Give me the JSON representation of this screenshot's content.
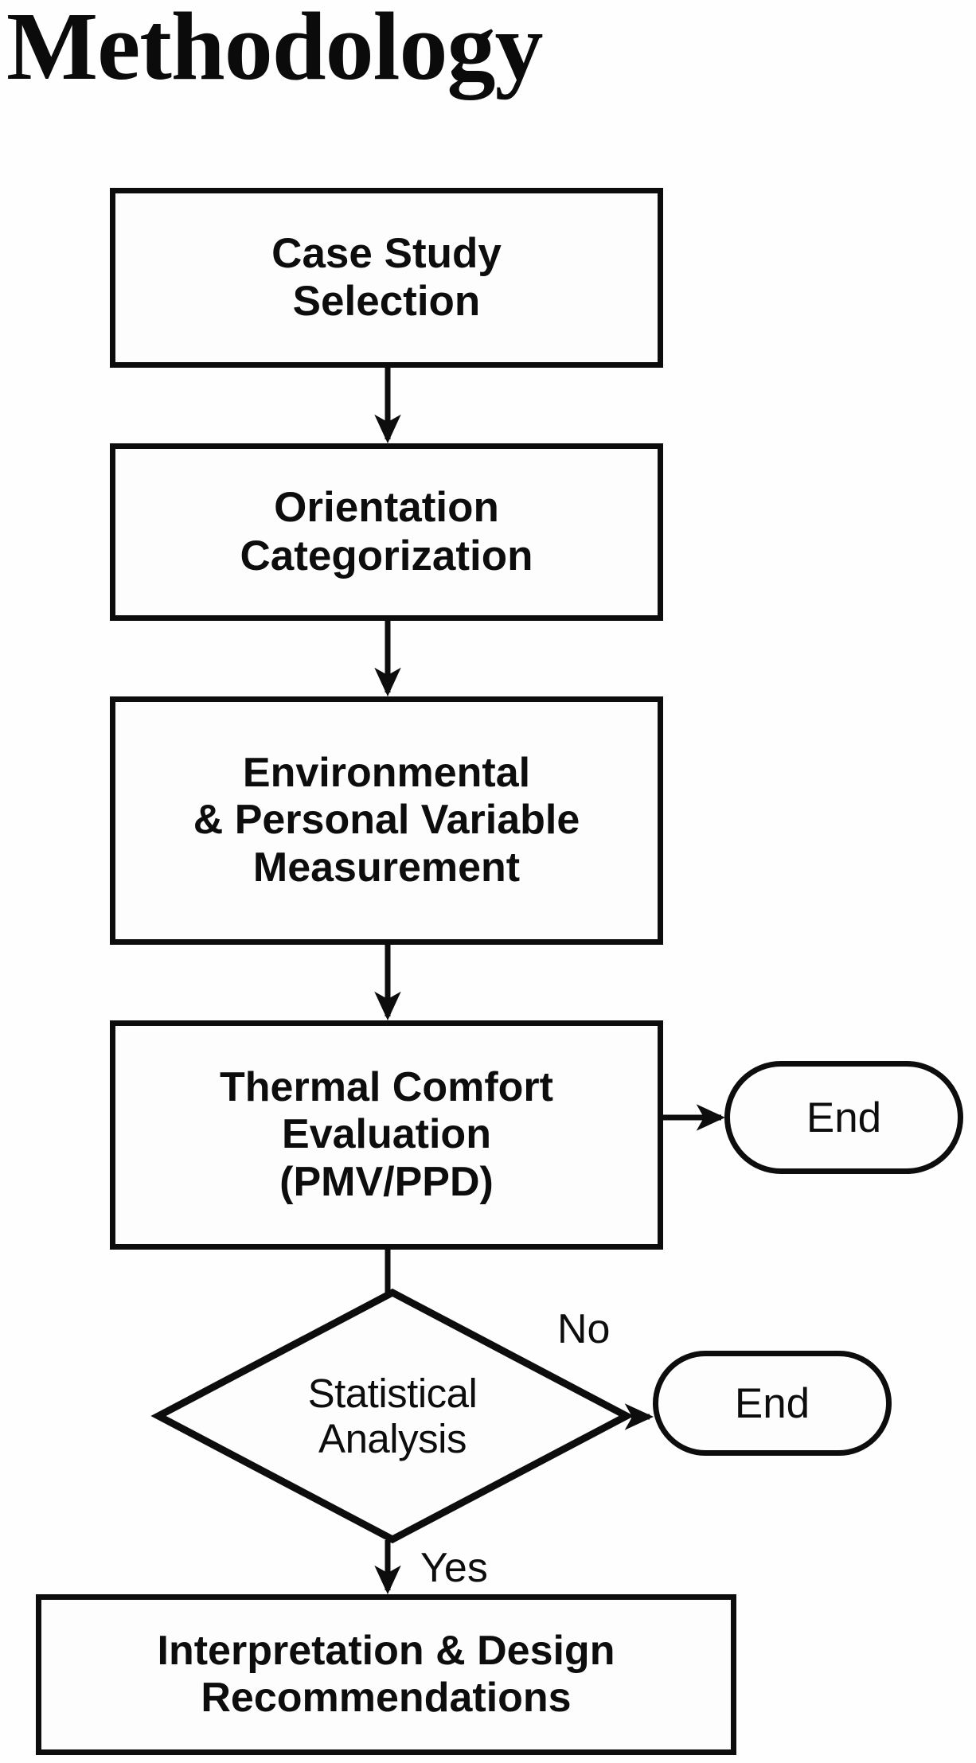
{
  "title": "Methodology",
  "diagram": {
    "type": "flowchart",
    "orientation": "top-to-bottom",
    "nodes": [
      {
        "id": "case-study",
        "shape": "process",
        "lines": [
          "Case Study",
          "Selection"
        ]
      },
      {
        "id": "orientation",
        "shape": "process",
        "lines": [
          "Orientation",
          "Categorization"
        ]
      },
      {
        "id": "measurement",
        "shape": "process",
        "lines": [
          "Environmental",
          "& Personal Variable",
          "Measurement"
        ]
      },
      {
        "id": "thermal",
        "shape": "process",
        "lines": [
          "Thermal Comfort",
          "Evaluation",
          "(PMV/PPD)"
        ]
      },
      {
        "id": "end-top",
        "shape": "terminal",
        "lines": [
          "End"
        ]
      },
      {
        "id": "decision",
        "shape": "diamond",
        "lines": [
          "Statistical",
          "Analysis"
        ]
      },
      {
        "id": "end-branch",
        "shape": "terminal",
        "lines": [
          "End"
        ]
      },
      {
        "id": "recommendations",
        "shape": "process",
        "lines": [
          "Interpretation & Design",
          "Recommendations"
        ]
      }
    ],
    "edges": [
      {
        "from": "case-study",
        "to": "orientation",
        "label": ""
      },
      {
        "from": "orientation",
        "to": "measurement",
        "label": ""
      },
      {
        "from": "measurement",
        "to": "thermal",
        "label": ""
      },
      {
        "from": "thermal",
        "to": "end-top",
        "label": ""
      },
      {
        "from": "thermal",
        "to": "decision",
        "label": ""
      },
      {
        "from": "decision",
        "to": "end-branch",
        "label": "No"
      },
      {
        "from": "decision",
        "to": "recommendations",
        "label": "Yes"
      }
    ],
    "edge_labels": {
      "no": "No",
      "yes": "Yes"
    },
    "colors": {
      "stroke": "#0d0d0d",
      "fill": "#fdfdfd",
      "background": "#fefefe",
      "text": "#0d0d0d"
    }
  }
}
